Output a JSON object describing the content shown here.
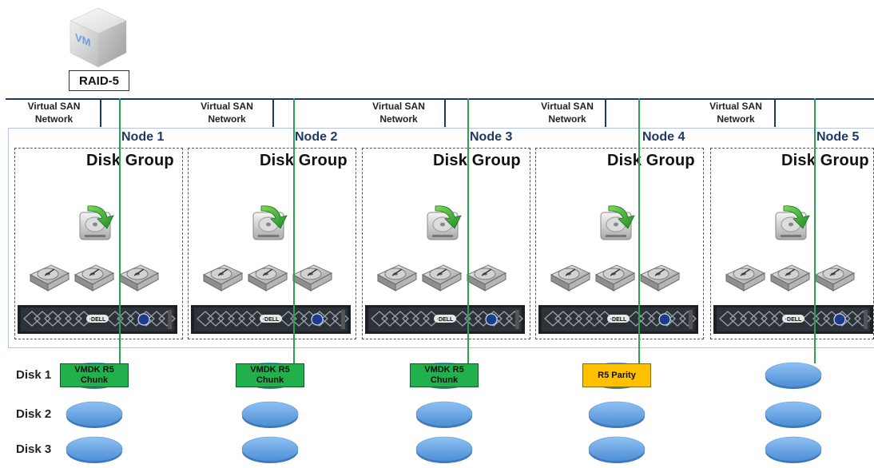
{
  "vm": {
    "icon": "vm-cube-icon",
    "badge_text": "VM",
    "label": "RAID-5"
  },
  "network": {
    "cells": [
      {
        "line1": "Virtual SAN",
        "line2": "Network"
      },
      {
        "line1": "Virtual SAN",
        "line2": "Network"
      },
      {
        "line1": "Virtual SAN",
        "line2": "Network"
      },
      {
        "line1": "Virtual SAN",
        "line2": "Network"
      },
      {
        "line1": "Virtual SAN",
        "line2": "Network"
      }
    ]
  },
  "nodes": [
    {
      "name": "Node 1",
      "disk_group": "Disk Group",
      "chunk": {
        "type": "data",
        "line1": "VMDK R5",
        "line2": "Chunk"
      }
    },
    {
      "name": "Node 2",
      "disk_group": "Disk Group",
      "chunk": {
        "type": "data",
        "line1": "VMDK R5",
        "line2": "Chunk"
      }
    },
    {
      "name": "Node 3",
      "disk_group": "Disk Group",
      "chunk": {
        "type": "data",
        "line1": "VMDK R5",
        "line2": "Chunk"
      }
    },
    {
      "name": "Node 4",
      "disk_group": "Disk Group",
      "chunk": {
        "type": "parity",
        "line1": "R5 Parity",
        "line2": ""
      }
    },
    {
      "name": "Node 5",
      "disk_group": "Disk Group",
      "chunk": null
    }
  ],
  "disks": [
    "Disk 1",
    "Disk 2",
    "Disk 3"
  ],
  "icons": {
    "cache": "cache-drive-arrow-icon",
    "capacity": "hard-drive-icon",
    "server": "dell-rack-server-icon"
  },
  "colors": {
    "network": "#1f3864",
    "data_chunk": "#21b04b",
    "parity_chunk": "#ffc000",
    "disk": "#6fa8e6",
    "line": "#2aa150"
  }
}
